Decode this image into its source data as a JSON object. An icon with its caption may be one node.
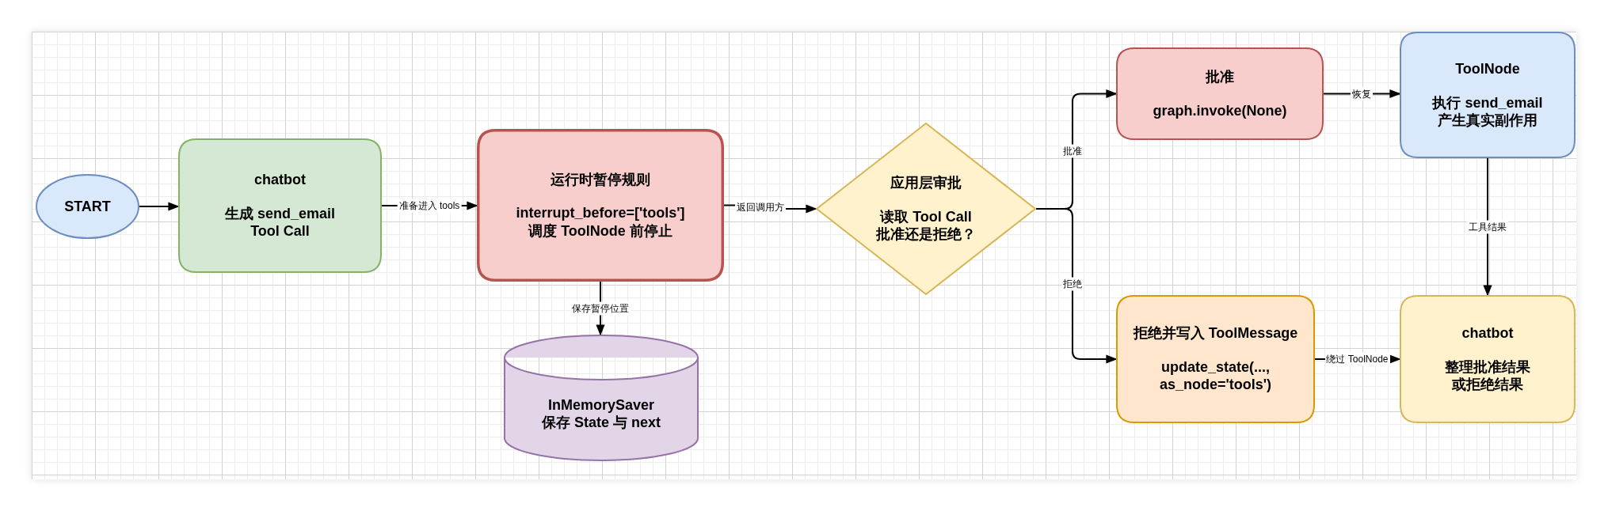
{
  "diagram": {
    "nodes": [
      {
        "text": [
          "START"
        ]
      },
      {
        "text": [
          "chatbot",
          "生成 send_email Tool Call"
        ]
      },
      {
        "text": [
          "运行时暂停规则",
          "interrupt_before=['tools'] 调度 ToolNode 前停止"
        ]
      },
      {
        "text": [
          "InMemorySaver 保存 State 与 next"
        ]
      },
      {
        "text": [
          "应用层审批",
          "读取 Tool Call 批准还是拒绝？"
        ]
      },
      {
        "text": [
          "批准",
          "graph.invoke(None)"
        ]
      },
      {
        "text": [
          "ToolNode",
          "执行 send_email 产生真实副作用"
        ]
      },
      {
        "text": [
          "拒绝并写入 ToolMessage",
          "update_state(..., as_node='tools')"
        ]
      },
      {
        "text": [
          "chatbot",
          "整理批准结果或拒绝结果"
        ]
      }
    ],
    "edges": [
      {
        "from": 0,
        "to": 1,
        "arrow": "to"
      },
      {
        "from": 1,
        "to": 2,
        "arrow": "to",
        "label": "准备进入 tools"
      },
      {
        "from": 2,
        "to": 4,
        "arrow": "to",
        "label": "返回调用方"
      },
      {
        "from": 2,
        "to": 3,
        "arrow": "to",
        "label": "保存暂停位置"
      },
      {
        "from": 4,
        "to": 5,
        "arrow": "to",
        "label": "批准"
      },
      {
        "from": 4,
        "to": 7,
        "arrow": "to",
        "label": "拒绝"
      },
      {
        "from": 5,
        "to": 6,
        "arrow": "to",
        "label": "恢复"
      },
      {
        "from": 6,
        "to": 8,
        "arrow": "to",
        "label": "工具结果"
      },
      {
        "from": 7,
        "to": 8,
        "arrow": "to",
        "label": "绕过 ToolNode"
      }
    ]
  }
}
